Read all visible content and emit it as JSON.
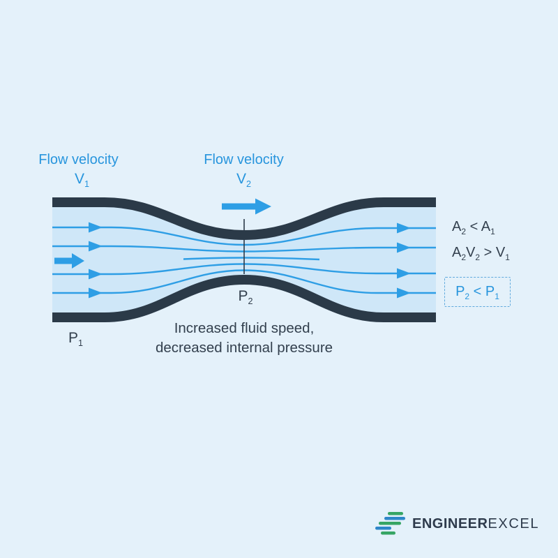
{
  "colors": {
    "background": "#e4f1fa",
    "fluid": "#cfe7f8",
    "wall": "#2b3a48",
    "stream": "#2e9ee5",
    "accent_text": "#2795dd",
    "dark_text": "#33404e",
    "box_border": "#5fa9dd",
    "logo_green": "#36a564",
    "logo_blue": "#2d86c8",
    "logo_text": "#2e3b4c"
  },
  "labels": {
    "flow_velocity_1_title": "Flow velocity",
    "flow_velocity_1_symbol": "V_1",
    "flow_velocity_2_title": "Flow velocity",
    "flow_velocity_2_symbol": "V_2",
    "pressure_inlet": "P_1",
    "pressure_throat": "P_2"
  },
  "caption": {
    "line1": "Increased fluid speed,",
    "line2": "decreased internal pressure"
  },
  "equations": {
    "area": "A_2 < A_1",
    "flow": "A_2V_2 > V_1",
    "pressure": "P_2 < P_1"
  },
  "logo": {
    "name_bold": "ENGINEER",
    "name_light": "EXCEL"
  }
}
